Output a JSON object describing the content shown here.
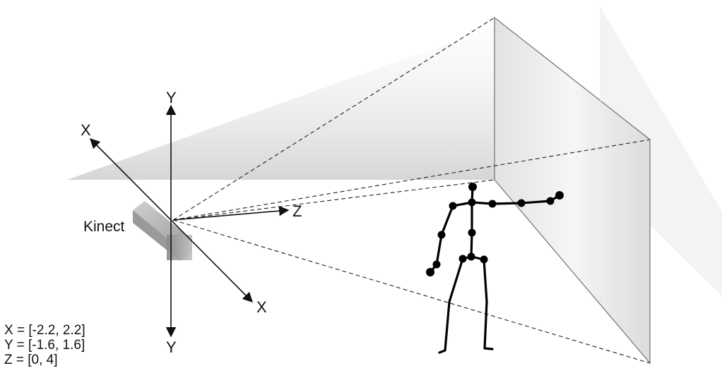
{
  "labels": {
    "axis_y_top": "Y",
    "axis_y_bottom": "Y",
    "axis_x_top": "X",
    "axis_x_bottom": "X",
    "axis_z": "Z",
    "sensor": "Kinect"
  },
  "ranges": [
    "X = [-2.2, 2.2]",
    "Y = [-1.6, 1.6]",
    "Z = [0, 4]"
  ]
}
